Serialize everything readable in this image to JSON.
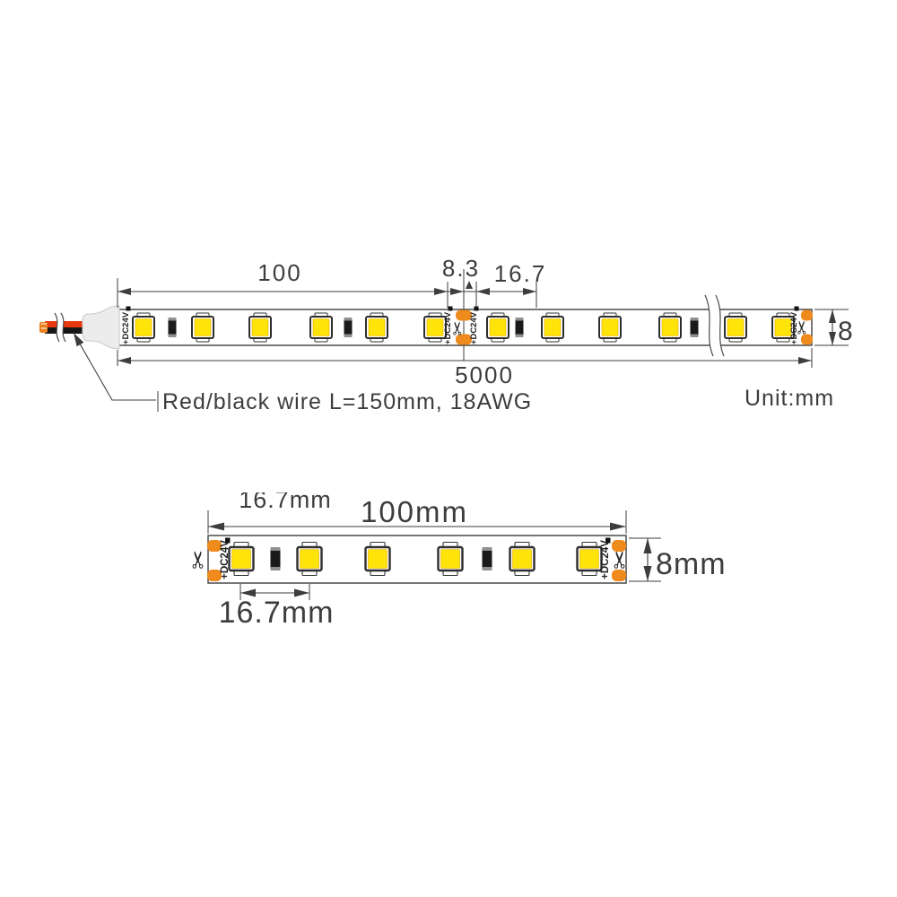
{
  "labels": {
    "voltage": "+DC24V",
    "wire_callout": "Red/black wire L=150mm, 18AWG",
    "unit": "Unit:mm"
  },
  "icons": {
    "scissors": "✂"
  },
  "top_view": {
    "dim_group_length": "100",
    "dim_cut_section": "8.3",
    "dim_led_pitch": "16.7",
    "dim_total_length": "5000",
    "dim_strip_width": "8"
  },
  "detail_view": {
    "dim_group_length": "100mm",
    "dim_led_pitch_top": "16.7mm",
    "dim_led_pitch": "16.7mm",
    "dim_strip_width": "8mm"
  },
  "colors": {
    "led_yellow": "#FFE40A",
    "solder_pad_orange": "#EF8A1D",
    "wire_red": "#E8380D",
    "wire_black": "#161616",
    "copper": "#E8821E",
    "line": "#3D3D3D",
    "connector_gray": "#ECECEC"
  }
}
